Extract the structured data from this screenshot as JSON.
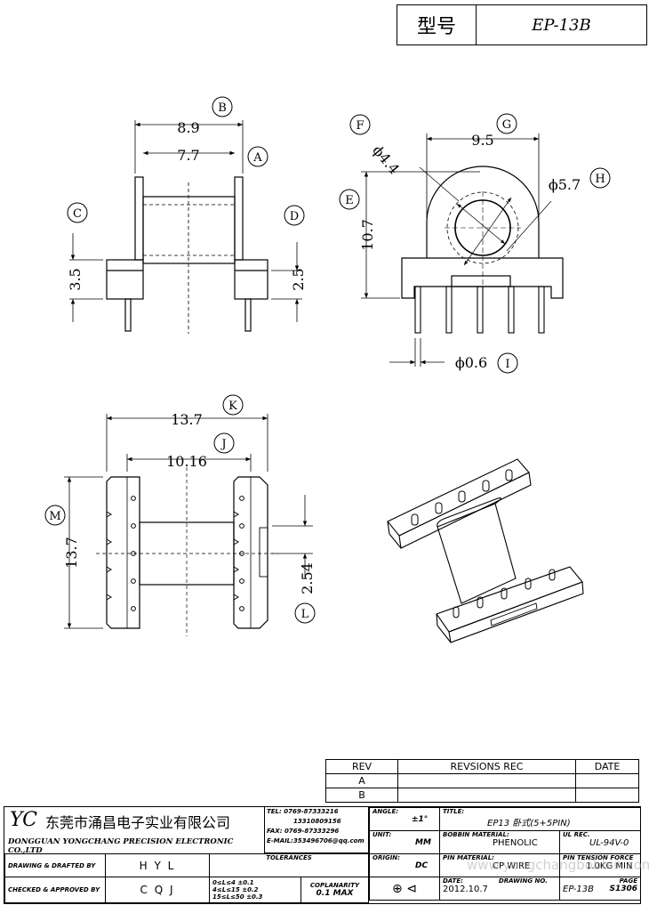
{
  "model_box": {
    "label": "型号",
    "value": "EP-13B"
  },
  "dimensions": {
    "B": "8.9",
    "A": "7.7",
    "C": "3.5",
    "D": "2.5",
    "F": "ϕ4.4",
    "G": "9.5",
    "H": "ϕ5.7",
    "E": "10.7",
    "I": "ϕ0.6",
    "K": "13.7",
    "J": "10.16",
    "M": "13.7",
    "L": "2.54"
  },
  "callouts": [
    "A",
    "B",
    "C",
    "D",
    "E",
    "F",
    "G",
    "H",
    "I",
    "J",
    "K",
    "L",
    "M"
  ],
  "revision_table": {
    "headers": {
      "rev": "REV",
      "revisions": "REVSIONS REC",
      "date": "DATE"
    },
    "rows": [
      "A",
      "B"
    ]
  },
  "company": {
    "logo": "YC",
    "name_cn": "东莞市涌昌电子实业有限公司",
    "name_en": "DONGGUAN YONGCHANG PRECISION ELECTRONIC CO.,LTD",
    "tel_label": "TEL:",
    "tel": "0769-87333216",
    "tel2": "13310809156",
    "fax_label": "FAX:",
    "fax": "0769-87333296",
    "email_label": "E-MAIL:",
    "email": "353496706@qq.com"
  },
  "title_block": {
    "angle_label": "ANGLE:",
    "angle": "±1°",
    "title_label": "TITLE:",
    "title": "EP13 卧式(5+5PIN)",
    "unit_label": "UNIT:",
    "unit": "MM",
    "bobbin_label": "BOBBIN MATERIAL:",
    "bobbin": "PHENOLIC",
    "ul_label": "UL REC.",
    "ul": "UL-94V-0",
    "origin_label": "ORIGIN:",
    "origin": "DC",
    "pin_label": "PIN MATERIAL:",
    "pin": "CP WIRE",
    "tension_label": "PIN TENSION FORCE",
    "tension": "1.0KG MIN",
    "drawn_label": "DRAWING & DRAFTED BY",
    "drawn": "H Y L",
    "tol_label": "TOLERANCES",
    "tol1": "0≤L≤4   ±0.1",
    "tol2": "4≤L≤15  ±0.2",
    "tol3": "15≤L≤50  ±0.3",
    "coplanarity_label": "COPLANARITY",
    "coplanarity": "0.1 MAX",
    "checked_label": "CHECKED & APPROVED BY",
    "checked": "C Q J",
    "date_label": "DATE:",
    "date": "2012.10.7",
    "drawing_no_label": "DRAWING NO.",
    "drawing_no": "EP-13B",
    "page_label": "PAGE",
    "page": "S1306",
    "watermark": "www.yongchangbobbin.com"
  }
}
